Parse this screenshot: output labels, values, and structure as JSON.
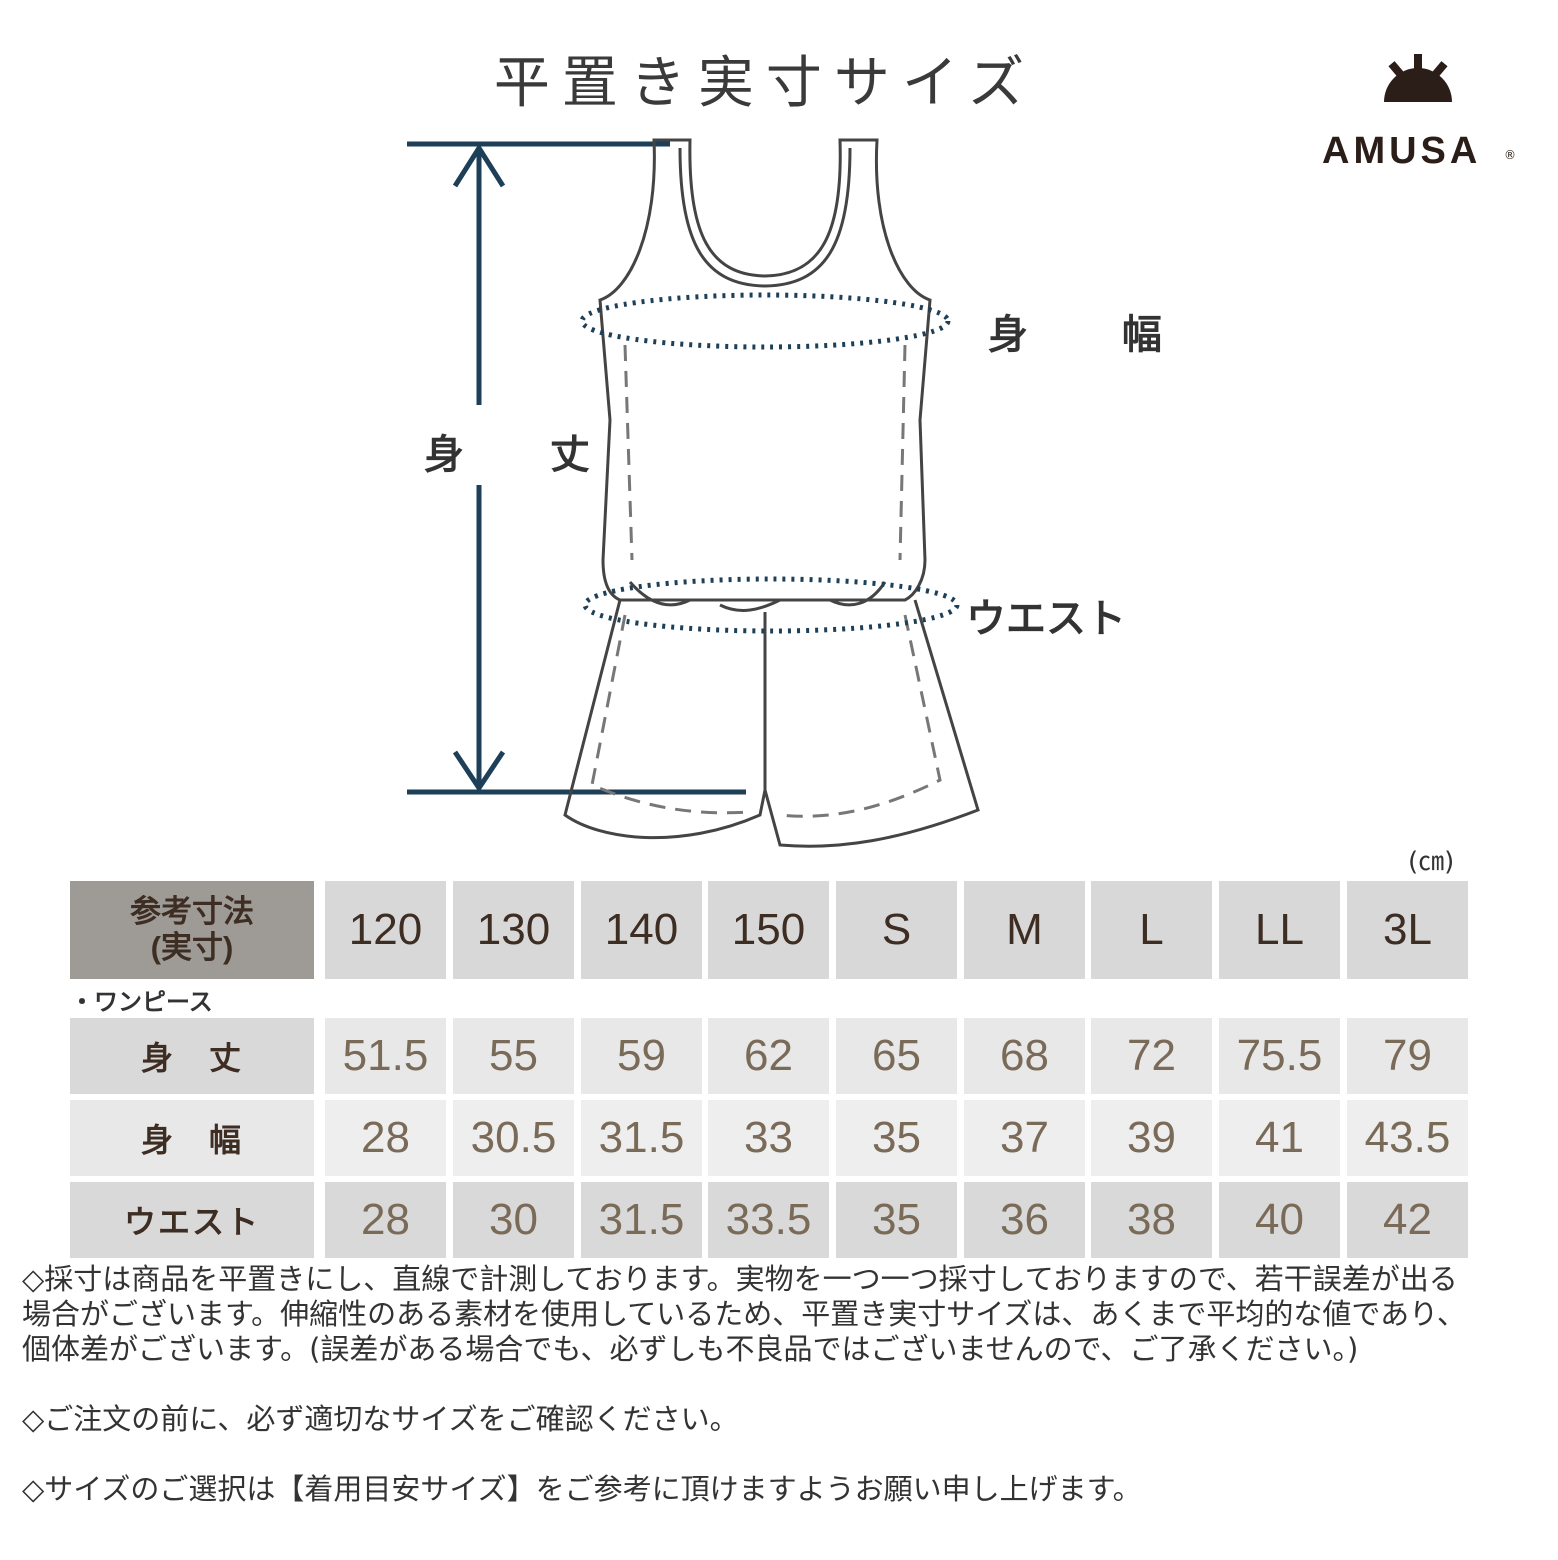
{
  "title": "平置き実寸サイズ",
  "brand": {
    "name": "AMUSA",
    "reg": "®"
  },
  "diagram": {
    "label_height": "身 丈",
    "label_width": "身 幅",
    "label_waist": "ウエスト"
  },
  "table": {
    "unit": "(㎝)",
    "unit_mark": "※",
    "header_label_line1": "参考寸法",
    "header_label_line2": "(実寸)",
    "sizes": [
      "120",
      "130",
      "140",
      "150",
      "S",
      "M",
      "L",
      "LL",
      "3L"
    ],
    "section_caption": "・ワンピース",
    "rows": [
      {
        "label": "身　丈",
        "values": [
          "51.5",
          "55",
          "59",
          "62",
          "65",
          "68",
          "72",
          "75.5",
          "79"
        ]
      },
      {
        "label": "身　幅",
        "values": [
          "28",
          "30.5",
          "31.5",
          "33",
          "35",
          "37",
          "39",
          "41",
          "43.5"
        ]
      },
      {
        "label": "ウエスト",
        "values": [
          "28",
          "30",
          "31.5",
          "33.5",
          "35",
          "36",
          "38",
          "40",
          "42"
        ]
      }
    ]
  },
  "notes": [
    "◇採寸は商品を平置きにし、直線で計測しております。実物を一つ一つ採寸しておりますので、若干誤差が出る",
    "場合がございます。伸縮性のある素材を使用しているため、平置き実寸サイズは、あくまで平均的な値であり、",
    "個体差がございます。(誤差がある場合でも、必ずしも不良品ではございませんので、ご了承ください。)",
    "",
    "◇ご注文の前に、必ず適切なサイズをご確認ください。",
    "",
    "◇サイズのご選択は【着用目安サイズ】をご参考に頂けますようお願い申し上げます。"
  ]
}
